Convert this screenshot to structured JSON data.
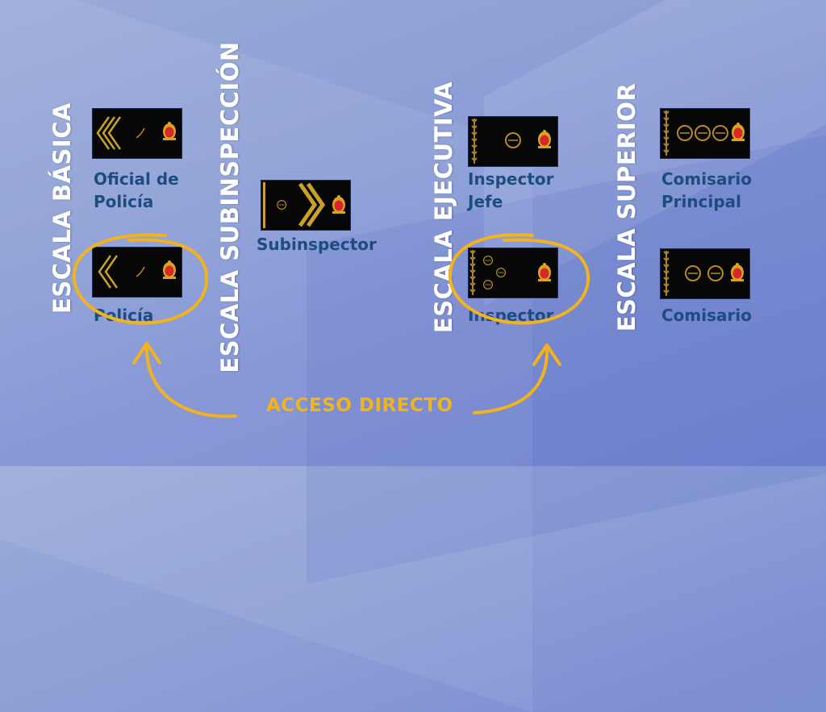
{
  "scales": {
    "basica": "ESCALA BÁSICA",
    "subinspeccion": "ESCALA SUBINSPECCIÓN",
    "ejecutiva": "ESCALA EJECUTIVA",
    "superior": "ESCALA SUPERIOR"
  },
  "ranks": {
    "oficial": {
      "line1": "Oficial de",
      "line2": "Policía"
    },
    "policia": {
      "line1": "Policía"
    },
    "subinspector": {
      "line1": "Subinspector"
    },
    "inspector_jefe": {
      "line1": "Inspector",
      "line2": "Jefe"
    },
    "inspector": {
      "line1": "Inspector"
    },
    "comisario_principal": {
      "line1": "Comisario",
      "line2": "Principal"
    },
    "comisario": {
      "line1": "Comisario"
    }
  },
  "annotation": "ACCESO DIRECTO",
  "colors": {
    "background": "#8c9fd6",
    "label": "#1d4d80",
    "highlight": "#f2b31b",
    "gold": "#c9a227",
    "insignia": "#070707"
  }
}
